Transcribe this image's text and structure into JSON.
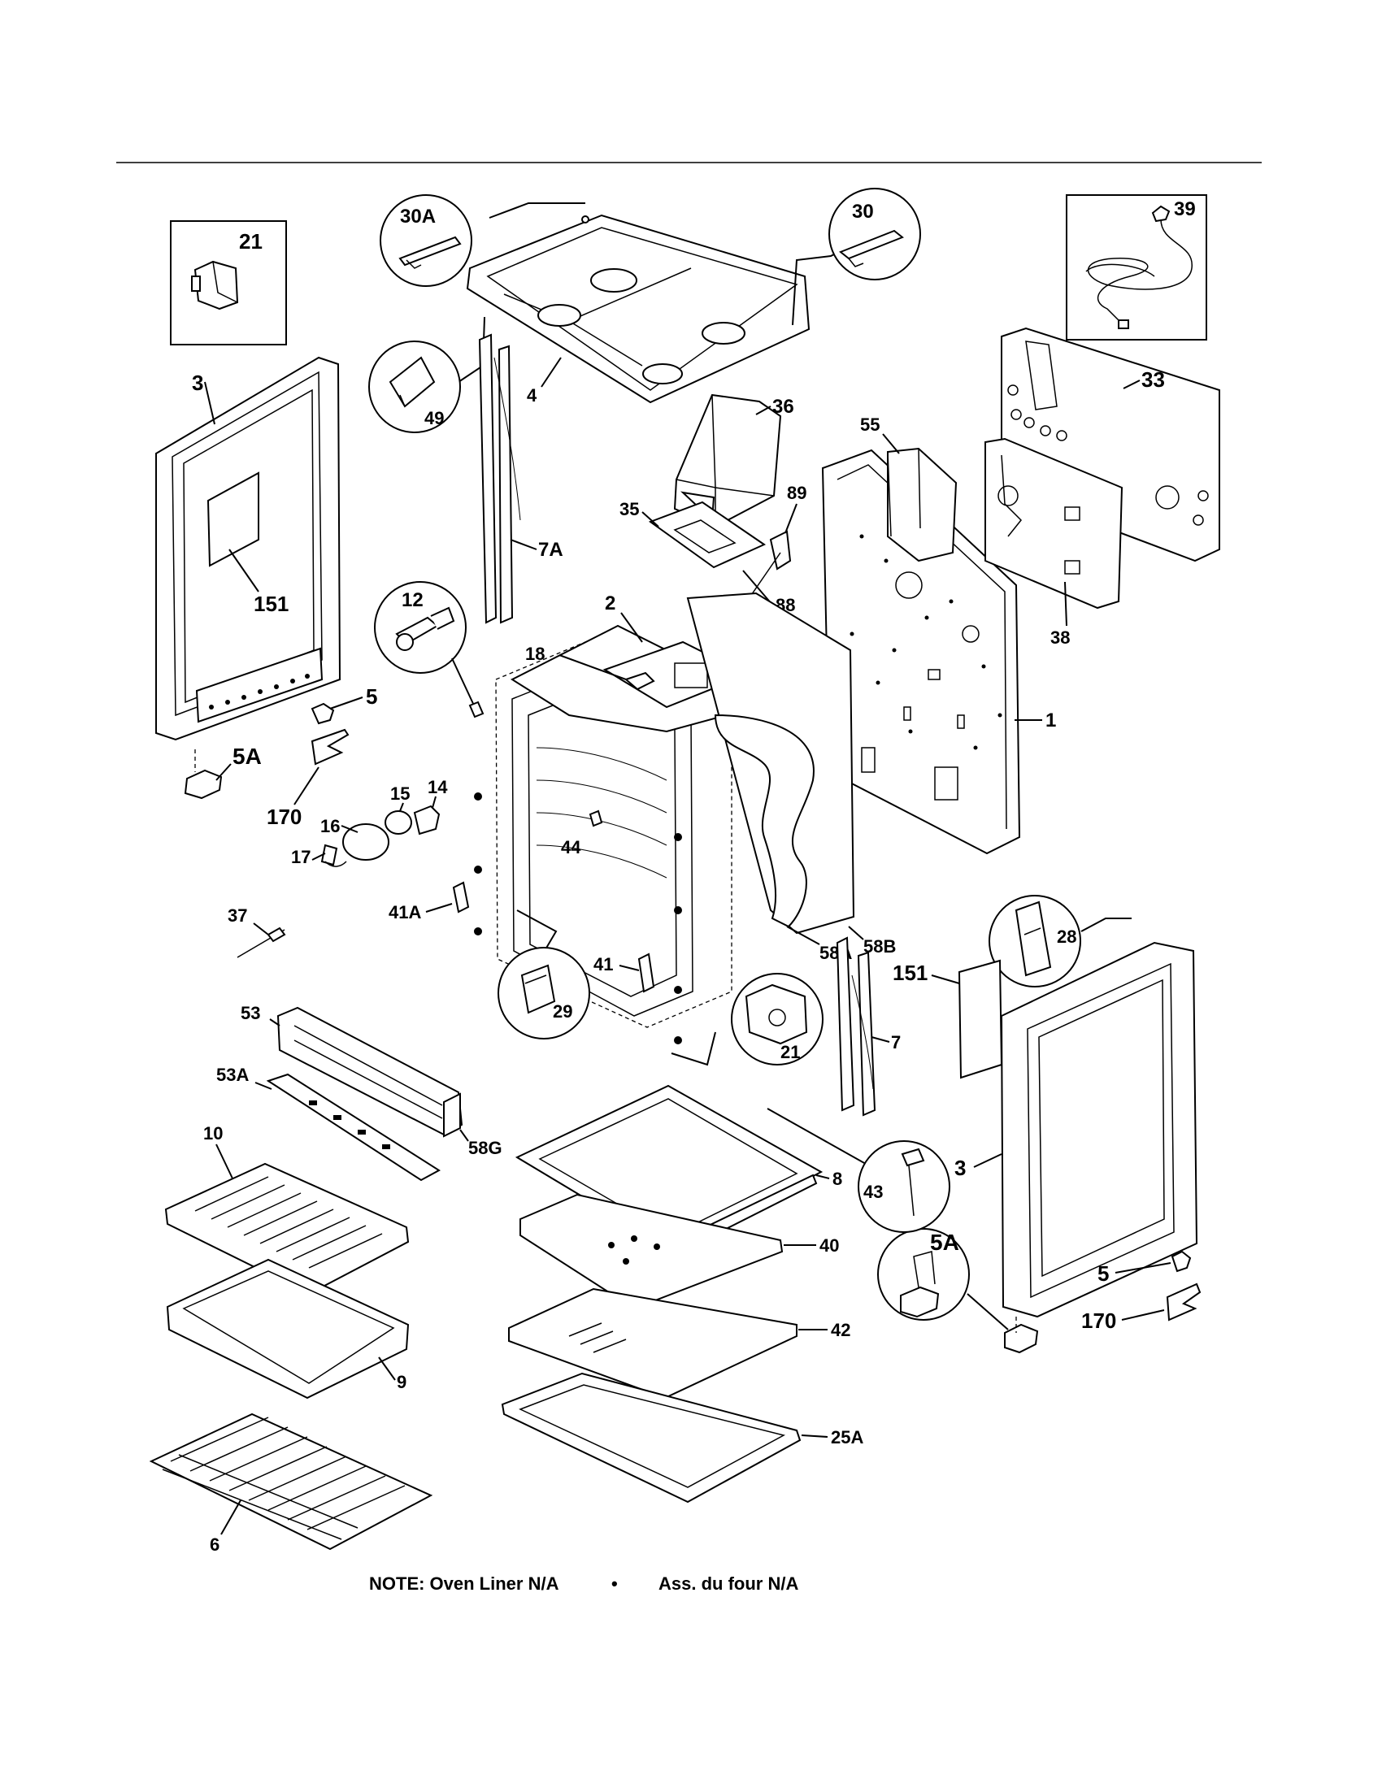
{
  "labels": {
    "p1": "1",
    "p2": "2",
    "p3_left": "3",
    "p3_right": "3",
    "p4": "4",
    "p5_left": "5",
    "p5_right": "5",
    "p5A_left": "5A",
    "p5A_right": "5A",
    "p6": "6",
    "p7": "7",
    "p7A": "7A",
    "p8": "8",
    "p9": "9",
    "p10": "10",
    "p12": "12",
    "p14": "14",
    "p15": "15",
    "p16": "16",
    "p17": "17",
    "p18": "18",
    "p21_box": "21",
    "p21_circle": "21",
    "p25A": "25A",
    "p28": "28",
    "p29": "29",
    "p30": "30",
    "p30A": "30A",
    "p33": "33",
    "p35": "35",
    "p36": "36",
    "p37": "37",
    "p38": "38",
    "p39": "39",
    "p40": "40",
    "p41": "41",
    "p41A": "41A",
    "p42": "42",
    "p43": "43",
    "p44": "44",
    "p49": "49",
    "p53": "53",
    "p53A": "53A",
    "p55": "55",
    "p58A": "58A",
    "p58B": "58B",
    "p58G": "58G",
    "p88": "88",
    "p89": "89",
    "p151_left": "151",
    "p151_right": "151",
    "p170_left": "170",
    "p170_right": "170"
  },
  "note": {
    "left": "NOTE: Oven Liner N/A",
    "separator": "•",
    "right": "Ass. du four N/A"
  }
}
